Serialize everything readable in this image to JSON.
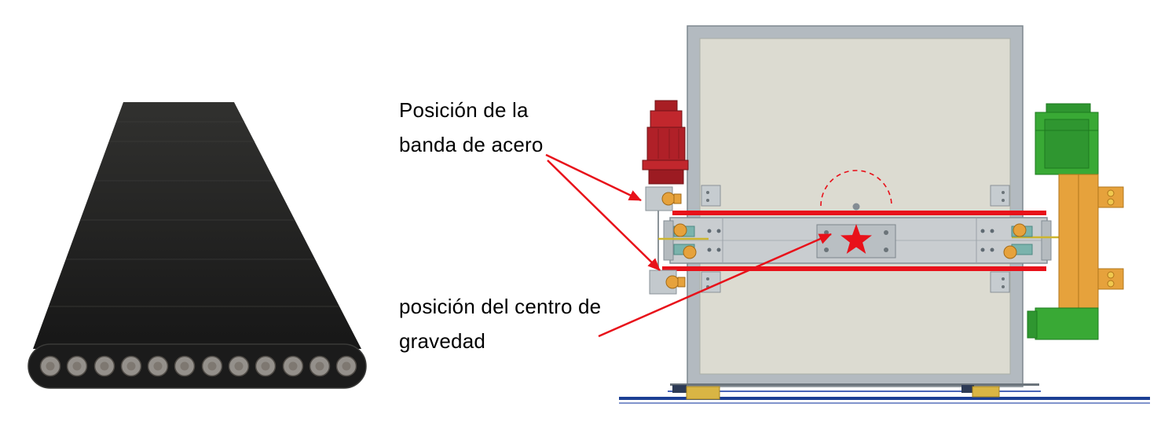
{
  "figure": {
    "background": "#ffffff",
    "belt_photo": {
      "name": "steel-belt-cross-section",
      "cord_count": 12
    },
    "labels": {
      "steel_band": {
        "line1": "Posición de la",
        "line2": "banda de acero"
      },
      "center_of_gravity": {
        "line1": "posición del centro de",
        "line2": "gravedad"
      }
    },
    "icons": {
      "center_of_gravity_marker": "star-icon",
      "annotation_pointer": "arrow-icon"
    },
    "colors": {
      "annotation_red": "#e8111a",
      "motor_red": "#c1272d",
      "machine_green": "#39a935",
      "accent_orange": "#e6a23c",
      "frame_gray": "#b3bac0",
      "panel_gray": "#dcdbd1",
      "beam_gray": "#c9cdd0",
      "base_navy": "#1c3f94",
      "pad_yellow": "#d9b544",
      "belt_black": "#1b1b1b",
      "cord_gray": "#94908b"
    }
  }
}
